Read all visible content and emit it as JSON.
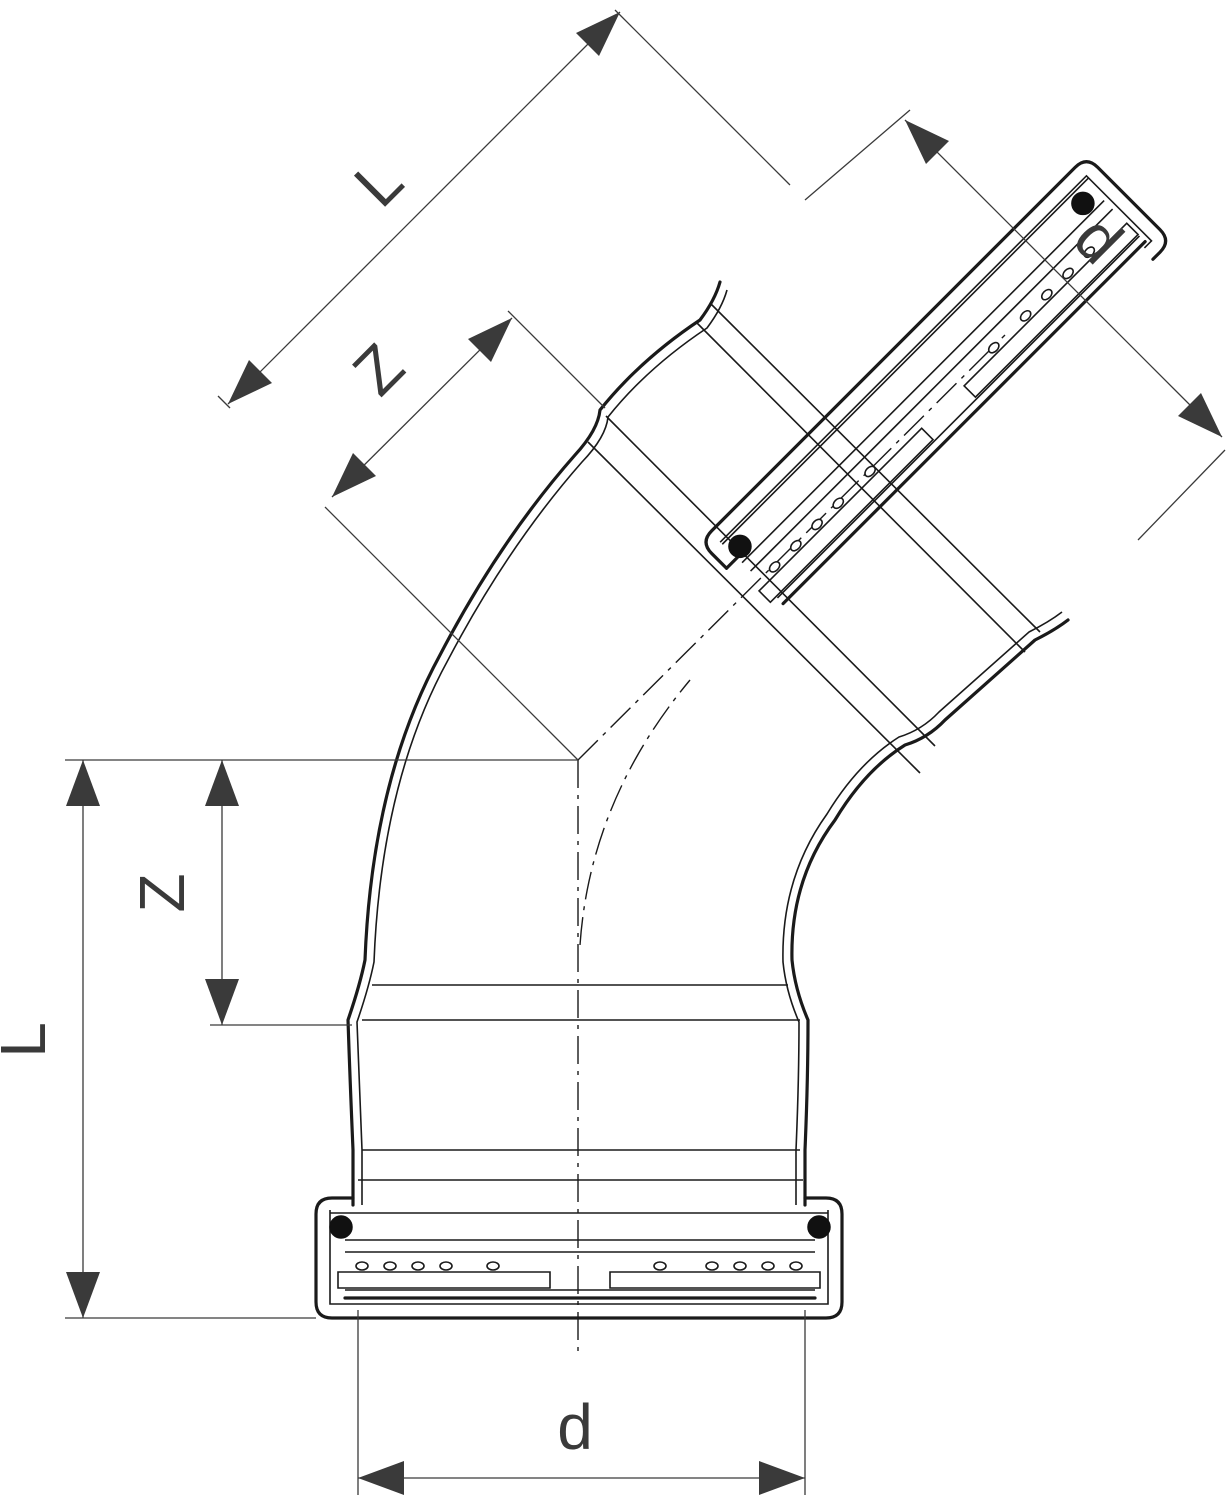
{
  "labels": {
    "top_L": "L",
    "top_Z": "Z",
    "top_d": "d",
    "left_L": "L",
    "left_Z": "Z",
    "bottom_d": "d"
  },
  "colors": {
    "line": "#1a1a1a",
    "dimension": "#3a3a3a",
    "background": "#ffffff"
  }
}
